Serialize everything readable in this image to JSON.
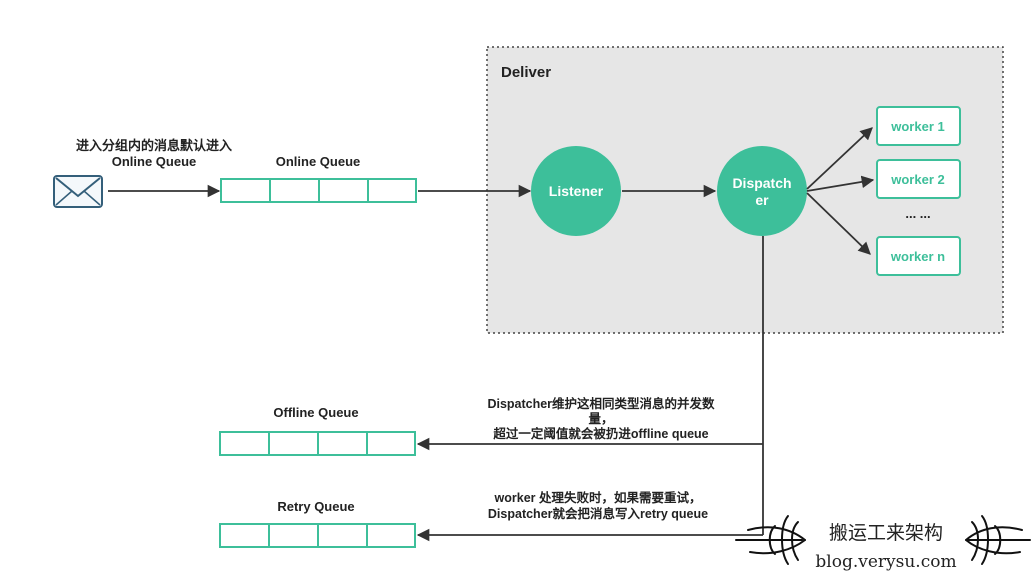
{
  "colors": {
    "accent": "#3dbf9a",
    "line": "#333333",
    "panel_bg": "#e6e6e6",
    "mail_icon": "#345f7a"
  },
  "deliver": {
    "title": "Deliver"
  },
  "input": {
    "icon": "mail-icon",
    "note_line1": "进入分组内的消息默认进入",
    "note_line2": "Online Queue"
  },
  "queues": {
    "online": {
      "label": "Online Queue"
    },
    "offline": {
      "label": "Offline Queue"
    },
    "retry": {
      "label": "Retry Queue"
    }
  },
  "nodes": {
    "listener": "Listener",
    "dispatcher_line1": "Dispatch",
    "dispatcher_line2": "er"
  },
  "workers": {
    "w1": "worker 1",
    "w2": "worker 2",
    "ellipsis": "... ...",
    "wn": "worker n"
  },
  "notes": {
    "offline_line1": "Dispatcher维护这相同类型消息的并发数",
    "offline_line2": "量，",
    "offline_line3": "超过一定阈值就会被扔进offline queue",
    "retry_line1": "worker 处理失败时，如果需要重试，",
    "retry_line2": "Dispatcher就会把消息写入retry queue"
  },
  "watermark": {
    "name": "搬运工来架构",
    "url": "blog.verysu.com"
  }
}
